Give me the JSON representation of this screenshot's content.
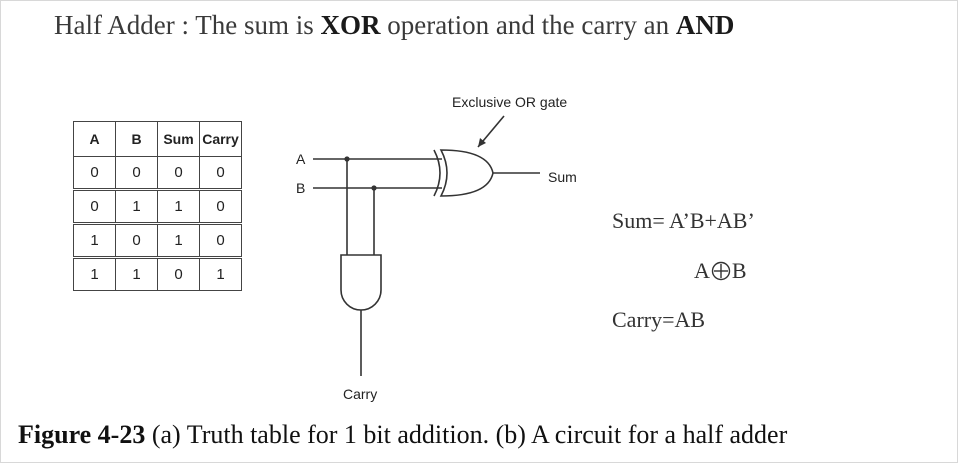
{
  "title": {
    "prefix": "Half Adder : The sum is ",
    "xor": "XOR",
    "middle": " operation and the carry an ",
    "and": "AND"
  },
  "truth_table": {
    "headers": [
      "A",
      "B",
      "Sum",
      "Carry"
    ],
    "rows": [
      [
        "0",
        "0",
        "0",
        "0"
      ],
      [
        "0",
        "1",
        "1",
        "0"
      ],
      [
        "1",
        "0",
        "1",
        "0"
      ],
      [
        "1",
        "1",
        "0",
        "1"
      ]
    ]
  },
  "circuit": {
    "xor_label": "Exclusive OR gate",
    "input_a": "A",
    "input_b": "B",
    "sum_output": "Sum",
    "carry_output": "Carry"
  },
  "equations": {
    "sum": "Sum= A’B+AB’",
    "xor_left": "A",
    "xor_right": "B",
    "carry": "Carry=AB"
  },
  "caption": {
    "bold": "Figure 4-23",
    "text": " (a) Truth table for 1 bit addition. (b) A circuit for a half adder"
  }
}
